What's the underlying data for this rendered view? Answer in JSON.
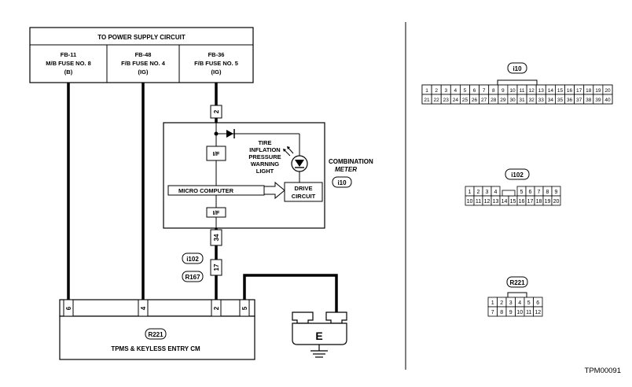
{
  "power_box": {
    "header": "TO POWER SUPPLY CIRCUIT",
    "fuses": [
      {
        "id": "FB-11",
        "name": "M/B FUSE NO. 8",
        "sub": "(B)"
      },
      {
        "id": "FB-48",
        "name": "F/B FUSE NO. 4",
        "sub": "(IG)"
      },
      {
        "id": "FB-36",
        "name": "F/B FUSE NO. 5",
        "sub": "(IG)"
      }
    ]
  },
  "meter": {
    "pin_top": "2",
    "if_top": "I/F",
    "if_bottom": "I/F",
    "lamp_label": [
      "TIRE",
      "INFLATION",
      "PRESSURE",
      "WARNING",
      "LIGHT"
    ],
    "micro": "MICRO COMPUTER",
    "drive": [
      "DRIVE",
      "CIRCUIT"
    ],
    "title": [
      "COMBINATION",
      "METER"
    ],
    "conn": "i10",
    "pin_bottom": "34"
  },
  "joint": {
    "conn1": "i102",
    "conn2": "R167",
    "pin": "17"
  },
  "cm": {
    "title": "TPMS & KEYLESS ENTRY CM",
    "conn": "R221",
    "pins": [
      "6",
      "4",
      "2",
      "5"
    ]
  },
  "ground": "E",
  "connectors": {
    "i10": {
      "label": "i10",
      "row1": [
        "1",
        "2",
        "3",
        "4",
        "5",
        "6",
        "7",
        "8",
        "9",
        "10",
        "11",
        "12",
        "13",
        "14",
        "15",
        "16",
        "17",
        "18",
        "19",
        "20"
      ],
      "row2": [
        "21",
        "22",
        "23",
        "24",
        "25",
        "26",
        "27",
        "28",
        "29",
        "30",
        "31",
        "32",
        "33",
        "34",
        "35",
        "36",
        "37",
        "38",
        "39",
        "40"
      ]
    },
    "i102": {
      "label": "i102",
      "row1": [
        "1",
        "2",
        "3",
        "4",
        "5",
        "6",
        "7",
        "8",
        "9"
      ],
      "row2": [
        "10",
        "11",
        "12",
        "13",
        "14",
        "15",
        "16",
        "17",
        "18",
        "19",
        "20"
      ]
    },
    "R221": {
      "label": "R221",
      "row1": [
        "1",
        "2",
        "3",
        "4",
        "5",
        "6"
      ],
      "row2": [
        "7",
        "8",
        "9",
        "10",
        "11",
        "12"
      ]
    }
  },
  "figure_id": "TPM00091"
}
